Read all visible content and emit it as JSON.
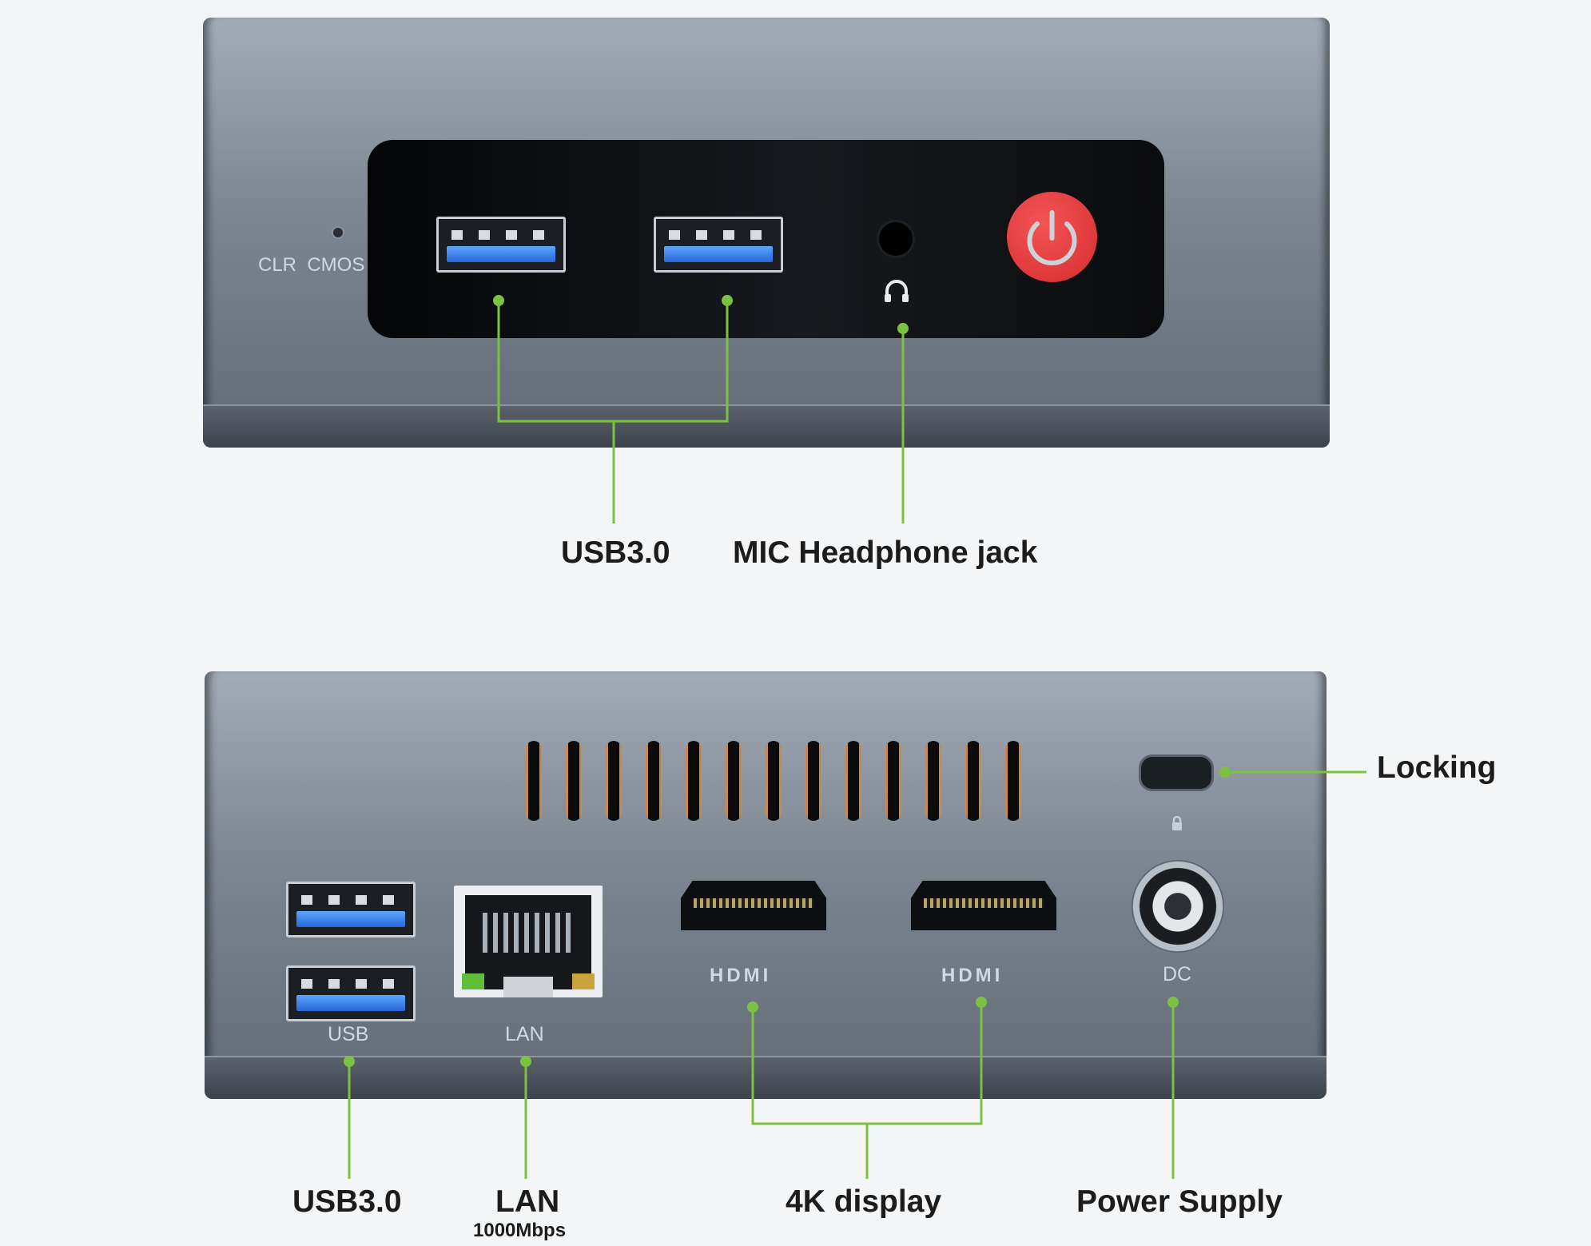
{
  "front": {
    "clr_cmos": "CLR  CMOS",
    "labels": {
      "usb": "USB3.0",
      "mic": "MIC Headphone jack"
    }
  },
  "rear": {
    "silk": {
      "usb": "USB",
      "lan": "LAN",
      "hdmi1": "HDMI",
      "hdmi2": "HDMI",
      "dc": "DC"
    },
    "labels": {
      "usb": "USB3.0",
      "lan": "LAN",
      "lan_speed": "1000Mbps",
      "display": "4K display",
      "power": "Power Supply",
      "locking": "Locking"
    }
  },
  "colors": {
    "leader": "#7cc242",
    "power_button": "#e5393b",
    "background": "#f4f5f6"
  }
}
